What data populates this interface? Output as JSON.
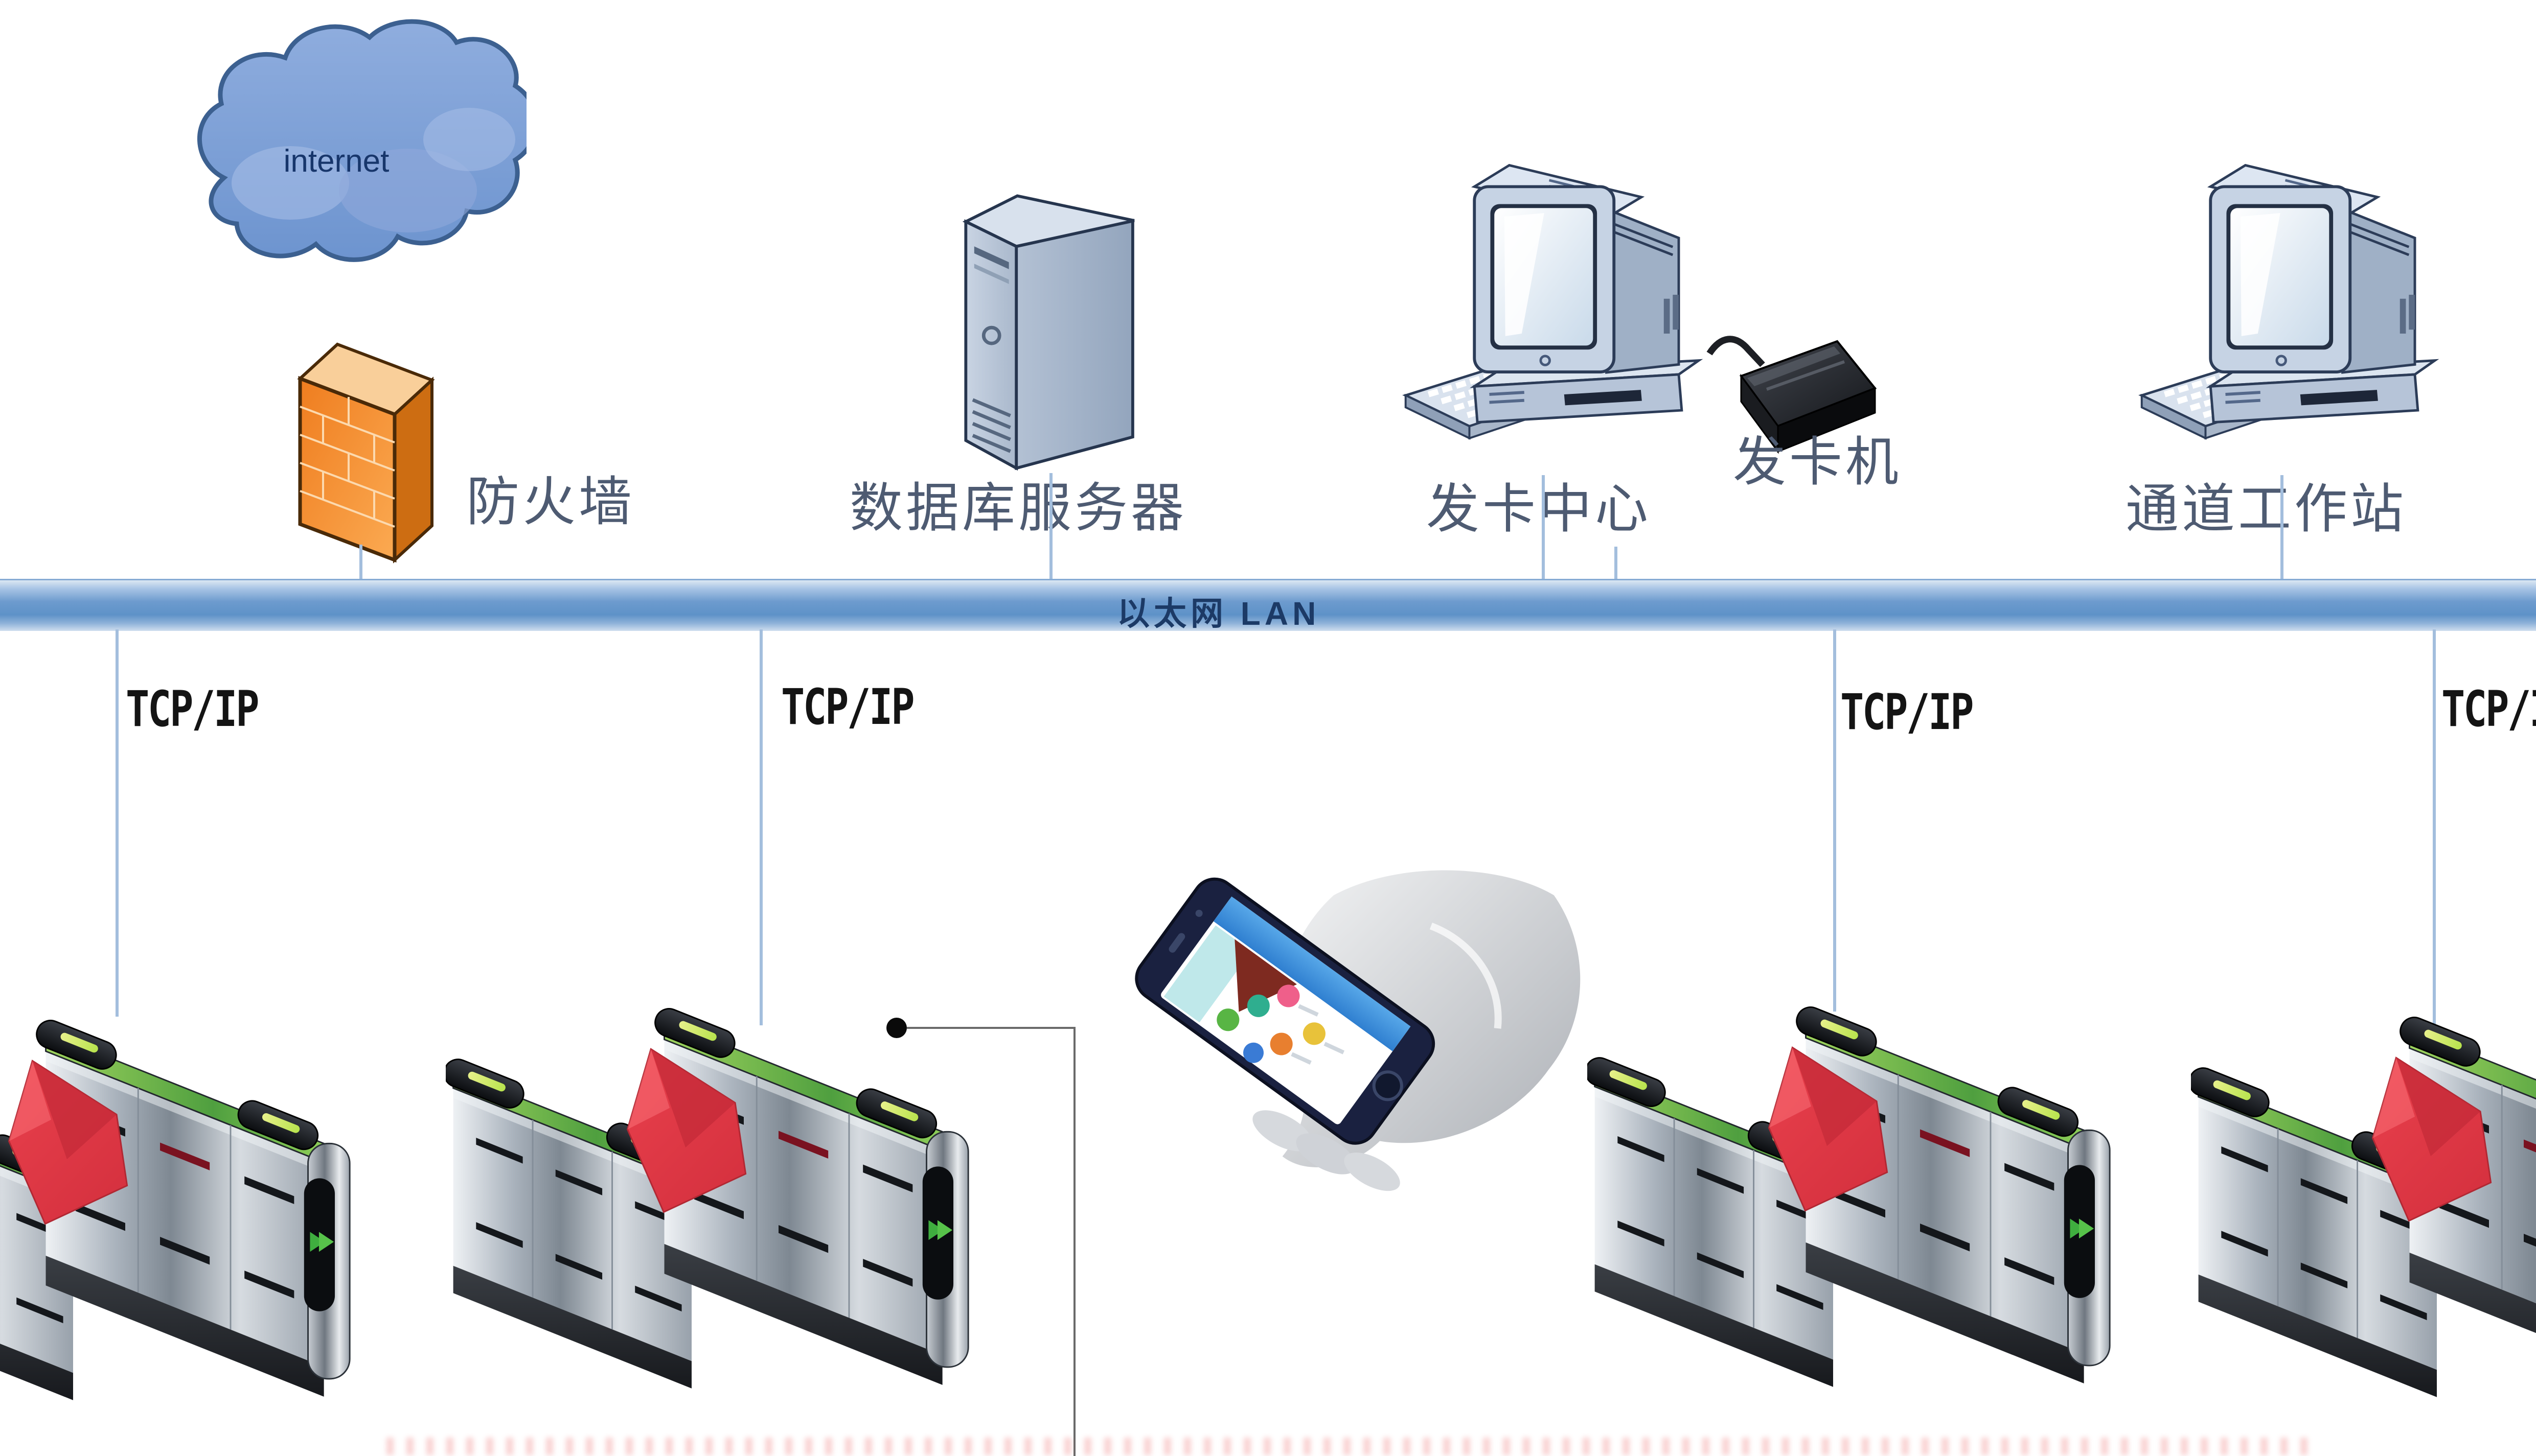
{
  "diagram": {
    "internet_label": "internet",
    "firewall_label": "防火墙",
    "database_label": "数据库服务器",
    "card_center_label": "发卡中心",
    "card_issuer_label": "发卡机",
    "workstation_label": "通道工作站",
    "lan_label": "以太网 LAN",
    "tcpip_labels": [
      "TCP/IP",
      "TCP/IP",
      "TCP/IP",
      "TCP/IP"
    ]
  },
  "colors": {
    "lan_bar_blue": "#5e92c8",
    "connector_blue": "#a3bedd",
    "cloud_blue": "#6d94cf",
    "firewall_orange": "#f08228",
    "flap_red": "#e8404c",
    "indicator_green": "#4f9f3f",
    "led_lime": "#b8e34d",
    "device_steel": "#bfccde",
    "label_text_color": "#4e5b72",
    "lan_text_color": "#1c3a66"
  }
}
